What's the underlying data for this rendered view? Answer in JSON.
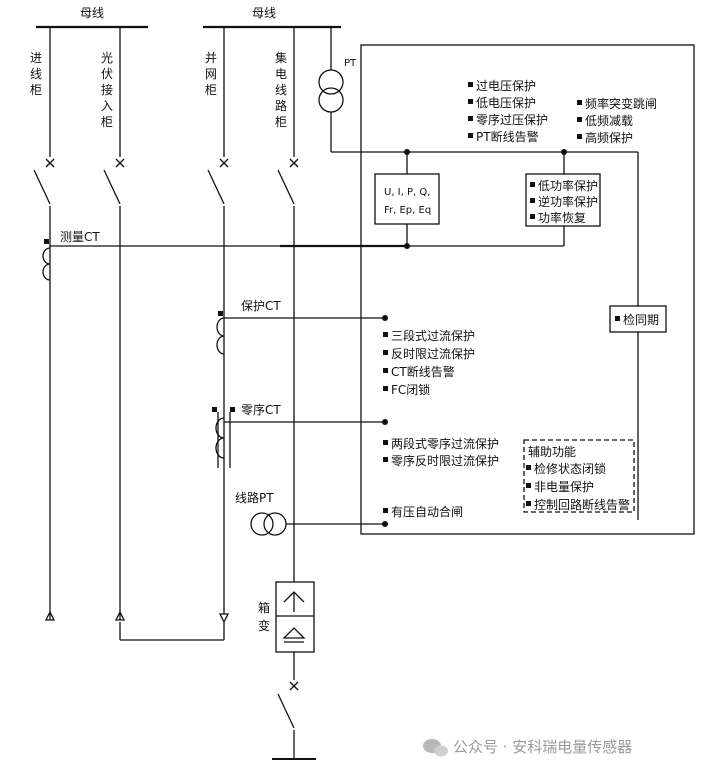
{
  "buses": {
    "left": "母线",
    "right": "母线"
  },
  "feeders": {
    "incoming": "进线柜",
    "pv": "光伏接入柜",
    "parallel": "并网柜",
    "collector": "集电线路柜"
  },
  "pt_label": "PT",
  "measure_ct": "测量CT",
  "protect_ct": "保护CT",
  "zero_ct": "零序CT",
  "line_pt": "线路PT",
  "box_transformer": "箱变",
  "meter_lines": [
    "U, I, P, Q,",
    "Fr, Ep, Eq"
  ],
  "voltage_protections": [
    "过电压保护",
    "低电压保护",
    "零序过压保护",
    "PT断线告警"
  ],
  "frequency_protections": [
    "频率突变跳闸",
    "低频减载",
    "高频保护"
  ],
  "power_protections": [
    "低功率保护",
    "逆功率保护",
    "功率恢复"
  ],
  "sync_check": "检同期",
  "current_protections": [
    "三段式过流保护",
    "反时限过流保护",
    "CT断线告警",
    "FC闭锁"
  ],
  "zero_protections": [
    "两段式零序过流保护",
    "零序反时限过流保护"
  ],
  "auxiliary": {
    "title": "辅助功能",
    "items": [
      "检修状态闭锁",
      "非电量保护",
      "控制回路断线告警"
    ]
  },
  "auto_reclose": "有压自动合闸",
  "watermark": "公众号 · 安科瑞电量传感器"
}
